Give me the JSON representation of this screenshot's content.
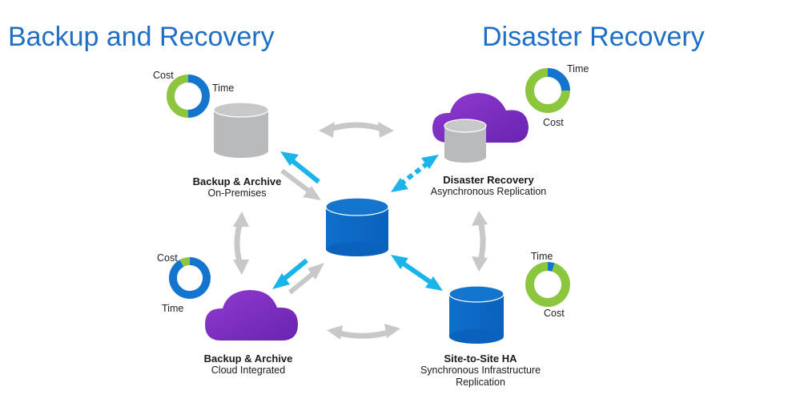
{
  "headings": {
    "left": "Backup and Recovery",
    "right": "Disaster Recovery"
  },
  "nodes": [
    {
      "id": "onprem",
      "title": "Backup & Archive",
      "subtitle": "On-Premises",
      "icon": "gray-database-icon"
    },
    {
      "id": "dr",
      "title": "Disaster Recovery",
      "subtitle": "Asynchronous Replication",
      "icon": "cloud-with-database-icon"
    },
    {
      "id": "cloud",
      "title": "Backup & Archive",
      "subtitle": "Cloud Integrated",
      "icon": "purple-cloud-icon"
    },
    {
      "id": "ha",
      "title": "Site-to-Site HA",
      "subtitle": "Synchronous Infrastructure",
      "subtitle2": "Replication",
      "icon": "blue-database-icon"
    }
  ],
  "center": {
    "icon": "central-database-icon"
  },
  "donuts": [
    {
      "id": "onprem",
      "cost_label": "Cost",
      "time_label": "Time",
      "time_pct": 50,
      "cost_pct": 50
    },
    {
      "id": "dr",
      "cost_label": "Cost",
      "time_label": "Time",
      "time_pct": 25,
      "cost_pct": 75
    },
    {
      "id": "cloud",
      "cost_label": "Cost",
      "time_label": "Time",
      "time_pct": 92,
      "cost_pct": 8
    },
    {
      "id": "ha",
      "cost_label": "Cost",
      "time_label": "Time",
      "time_pct": 5,
      "cost_pct": 95
    }
  ],
  "colors": {
    "title": "#1f6fc6",
    "time": "#1475cf",
    "cost": "#8cc63f",
    "cyan_arrow": "#1bb4ea",
    "gray_arrow": "#c8c8c8",
    "purple": "#7d2fc2",
    "db_blue": "#0d6fcb",
    "db_gray": "#b8babc"
  }
}
